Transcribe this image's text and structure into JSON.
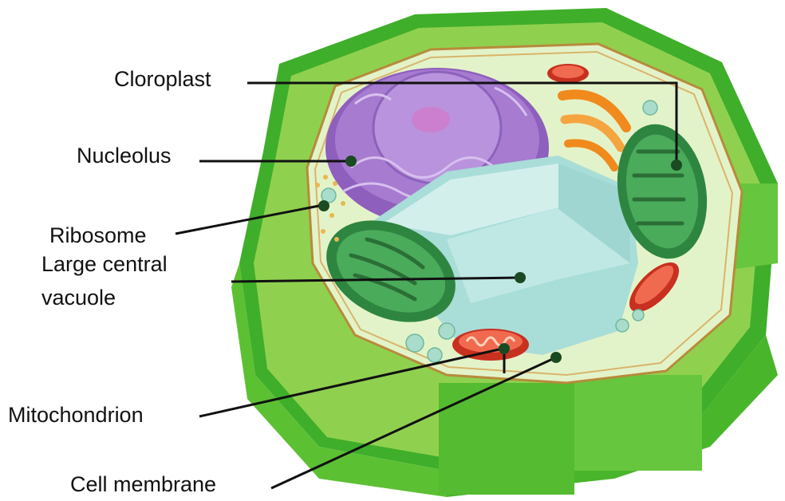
{
  "labels": {
    "chloroplast": "Cloroplast",
    "nucleolus": "Nucleolus",
    "ribosome": "Ribosome",
    "vacuole_line1": "Large central",
    "vacuole_line2": "vacuole",
    "mitochondrion": "Mitochondrion",
    "cell_membrane": "Cell membrane"
  },
  "colors": {
    "cell_wall": "#8fd14f",
    "cell_wall_dark": "#3fae2a",
    "cytoplasm": "#e3f3c9",
    "nucleus": "#a77bd0",
    "vacuole": "#bfe8e4",
    "chloroplast": "#3f9b4d",
    "mitochondrion": "#e0402f",
    "golgi": "#f08a1c",
    "leader_line": "#111111"
  }
}
